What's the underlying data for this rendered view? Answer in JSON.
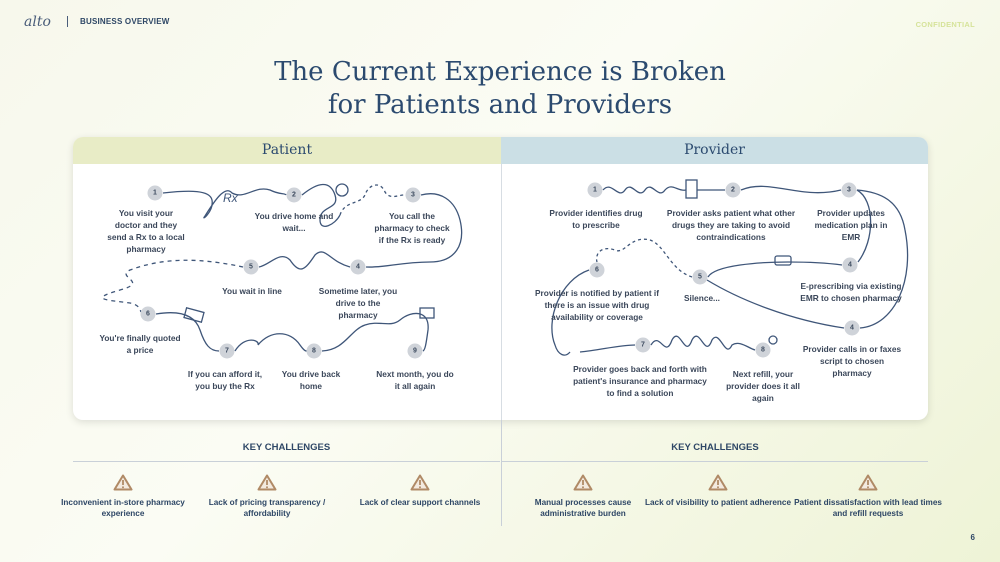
{
  "header": {
    "brand": "alto",
    "section": "BUSINESS OVERVIEW",
    "confidential": "CONFIDENTIAL"
  },
  "title": {
    "line1": "The Current Experience is Broken",
    "line2": "for Patients and Providers"
  },
  "patient": {
    "heading": "Patient",
    "steps": [
      {
        "n": "1",
        "text": "You visit your doctor and they send a Rx to a local pharmacy"
      },
      {
        "n": "2",
        "text": "You drive home and wait..."
      },
      {
        "n": "3",
        "text": "You call the pharmacy to check if the Rx is ready"
      },
      {
        "n": "4",
        "text": "Sometime later, you drive to the pharmacy"
      },
      {
        "n": "5",
        "text": "You wait in line"
      },
      {
        "n": "6",
        "text": "You're finally quoted a price"
      },
      {
        "n": "7",
        "text": "If you can afford it, you buy the Rx"
      },
      {
        "n": "8",
        "text": "You drive back home"
      },
      {
        "n": "9",
        "text": "Next month, you do it all again"
      }
    ]
  },
  "provider": {
    "heading": "Provider",
    "steps": [
      {
        "n": "1",
        "text": "Provider identifies drug to prescribe"
      },
      {
        "n": "2",
        "text": "Provider asks patient what other drugs they are taking to avoid contraindications"
      },
      {
        "n": "3",
        "text": "Provider updates medication plan in EMR"
      },
      {
        "n": "4",
        "text": "E-prescribing via existing EMR to chosen pharmacy"
      },
      {
        "n": "5",
        "text": "Silence..."
      },
      {
        "n": "6",
        "text": "Provider is notified by patient if there is an issue with drug availability or coverage"
      },
      {
        "n": "4",
        "text": "Provider calls in or faxes script to chosen pharmacy"
      },
      {
        "n": "7",
        "text": "Provider goes back and forth with patient's insurance and pharmacy to find a solution"
      },
      {
        "n": "8",
        "text": "Next refill, your provider does it all again"
      }
    ]
  },
  "challenges": {
    "patient": {
      "heading": "KEY CHALLENGES",
      "items": [
        "Inconvenient in-store pharmacy experience",
        "Lack of pricing transparency / affordability",
        "Lack of clear support channels"
      ]
    },
    "provider": {
      "heading": "KEY CHALLENGES",
      "items": [
        "Manual processes cause administrative burden",
        "Lack of visibility to patient adherence",
        "Patient dissatisfaction with lead times and refill requests"
      ]
    }
  },
  "page_number": "6",
  "colors": {
    "title": "#2b4a6f",
    "line": "#3f5679",
    "warning": "#b08a66",
    "patient_header": "#e8ecc6",
    "provider_header": "#cbdfe5"
  }
}
